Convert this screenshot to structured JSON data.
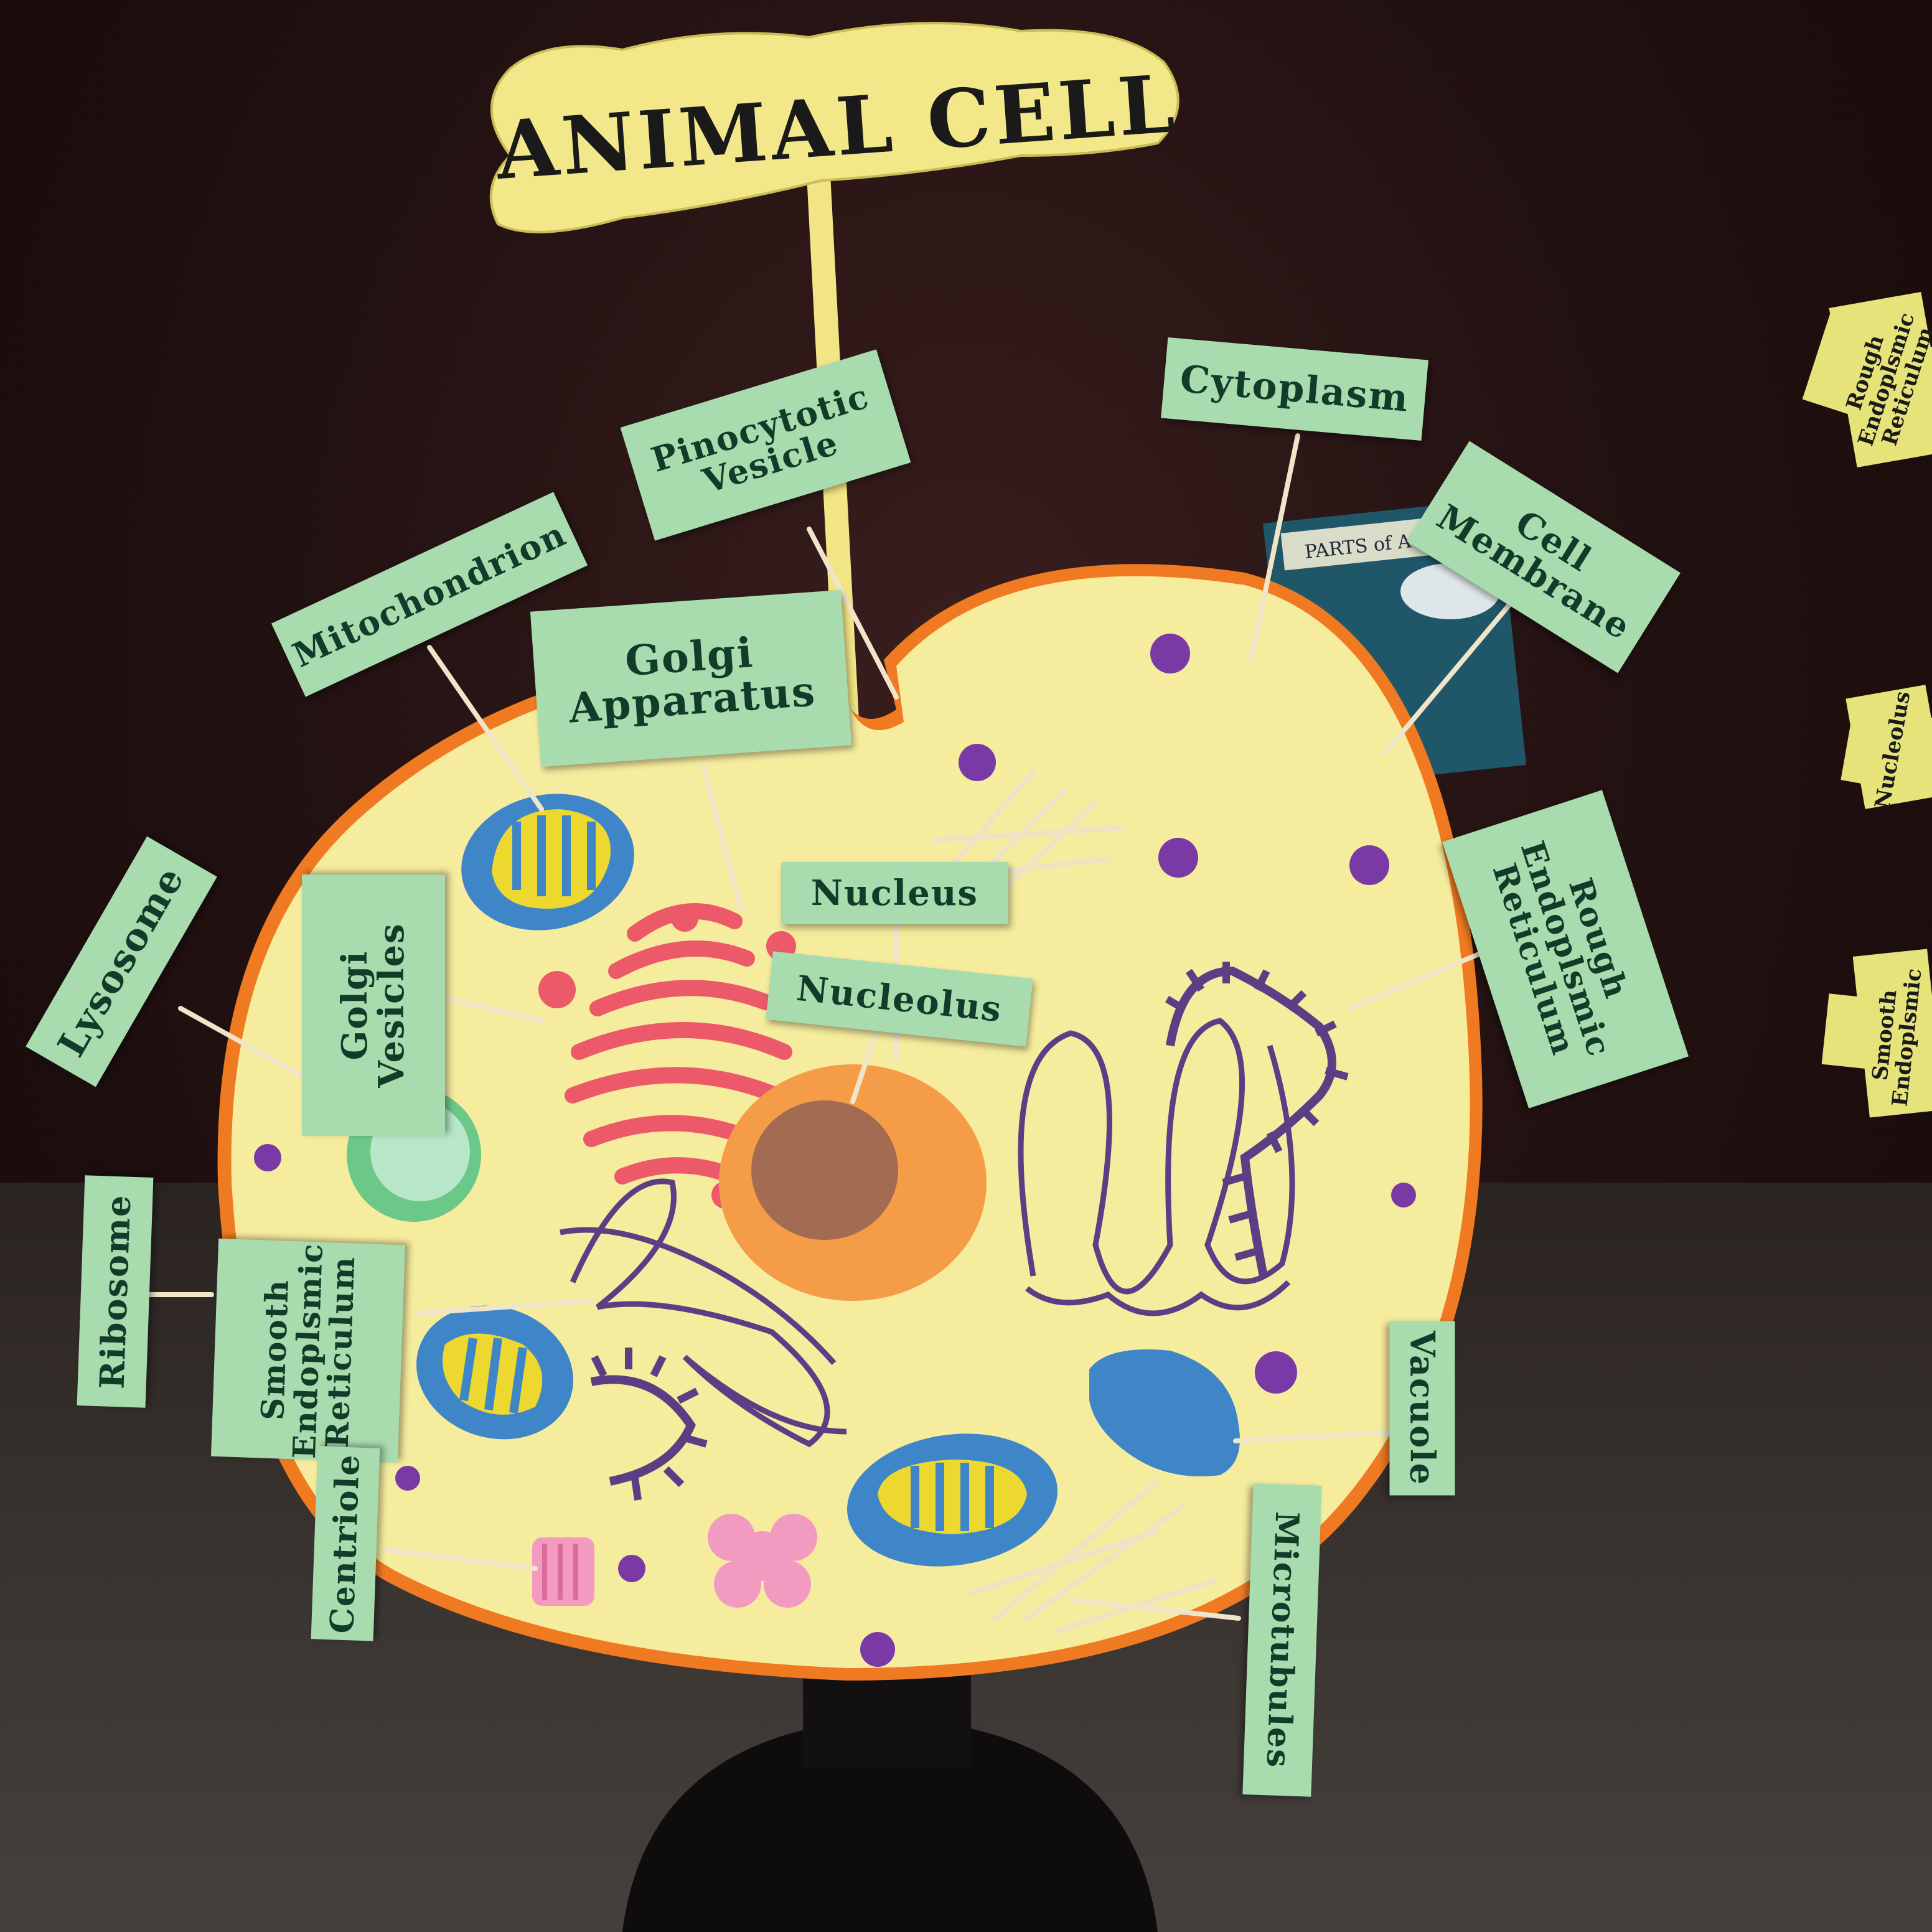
{
  "title": "ANIMAL CELL",
  "poster_text": "PARTS of A PLAN",
  "labels": {
    "mitochondrion": "Mitochondrion",
    "pinocytotic_vesicle": [
      "Pinocytotic",
      "Vesicle"
    ],
    "golgi_apparatus": [
      "Golgi",
      "Apparatus"
    ],
    "cytoplasm": "Cytoplasm",
    "cell_membrane": [
      "Cell",
      "Membrane"
    ],
    "lysosome": "Lysosome",
    "golgi_vesicles": [
      "Golgi",
      "Vesicles"
    ],
    "nucleus": "Nucleus",
    "nucleolus": "Nucleolus",
    "rough_er": [
      "Rough",
      "Endoplsmic",
      "Reticulum"
    ],
    "ribosome": "Ribosome",
    "smooth_er": [
      "Smooth",
      "Endoplsmic",
      "Reticulum"
    ],
    "vacuole": "Vacuole",
    "centriole": "Centriole",
    "microtubules": "Microtubules"
  },
  "side_tags": {
    "rough": [
      "Rough",
      "Endoplsmic",
      "Reticulum"
    ],
    "nucleolus": "Nucleolus",
    "smooth": [
      "Smooth",
      "Endoplsmic"
    ]
  },
  "colors": {
    "cytoplasm": "#f6ec9e",
    "membrane": "#ef7a22",
    "label_card": "#a8dcae",
    "mito_outer": "#3f86c8",
    "mito_inner": "#ecd82e",
    "golgi": "#ec5a6a",
    "nucleus": "#f49c48",
    "nucleolus": "#a36b52",
    "er": "#5a3f85",
    "ribosome": "#7a3aa6",
    "vacuole": "#3f86c8",
    "lysosome": "#6cc889",
    "centriole": "#f39ac0"
  }
}
